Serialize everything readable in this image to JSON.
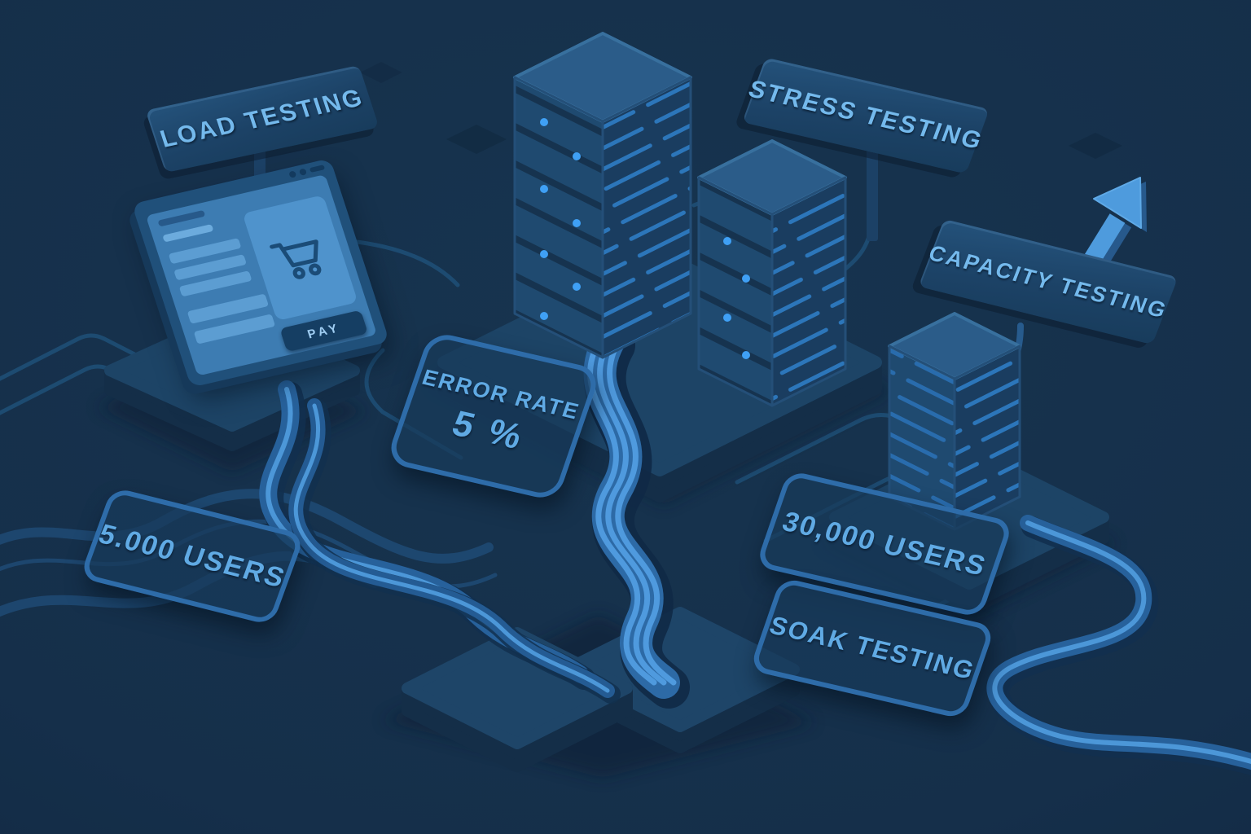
{
  "diagram": {
    "signs": {
      "load_testing": "LOAD TESTING",
      "stress_testing": "STRESS TESTING",
      "capacity_testing": "CAPACITY TESTING"
    },
    "badges": {
      "error_rate_label": "ERROR RATE",
      "error_rate_value": "5 %",
      "users_small": "5.000 USERS",
      "users_large": "30,000 USERS",
      "soak_testing": "SOAK TESTING"
    },
    "browser": {
      "pay_label": "PAY"
    },
    "icons": {
      "shopping_cart": "shopping-cart-icon",
      "growth_arrow": "up-right-arrow-icon",
      "window_controls": "window-controls-icon",
      "server_led": "status-led-icon"
    },
    "colors": {
      "background": "#17344F",
      "cable_accent": "#4F9ADE",
      "badge_border": "#2E6CA9",
      "sign_text": "#74B9EC",
      "led": "#3FA0F5"
    }
  }
}
